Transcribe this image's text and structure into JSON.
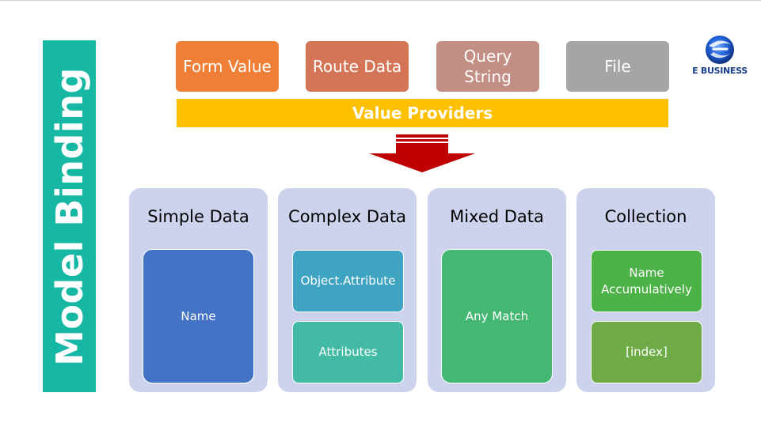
{
  "title": "Model Binding",
  "value_providers": {
    "items": [
      {
        "label": "Form Value",
        "color": "#ef7f37"
      },
      {
        "label": "Route Data",
        "color": "#d57557"
      },
      {
        "label": "Query String",
        "color": "#c38f84"
      },
      {
        "label": "File",
        "color": "#a5a5a5"
      }
    ],
    "bar_label": "Value Providers",
    "bar_color": "#ffc000"
  },
  "logo": {
    "text": "E BUSINESS"
  },
  "panels": [
    {
      "title": "Simple Data",
      "boxes": [
        "Name"
      ]
    },
    {
      "title": "Complex Data",
      "boxes": [
        "Object.Attribute",
        "Attributes"
      ]
    },
    {
      "title": "Mixed Data",
      "boxes": [
        "Any Match"
      ]
    },
    {
      "title": "Collection",
      "boxes": [
        "Name Accumulatively",
        "[index]"
      ]
    }
  ],
  "colors": {
    "title_band": "#16b8a4",
    "panel_bg": "#cdd3ec",
    "arrow": "#c00000"
  }
}
